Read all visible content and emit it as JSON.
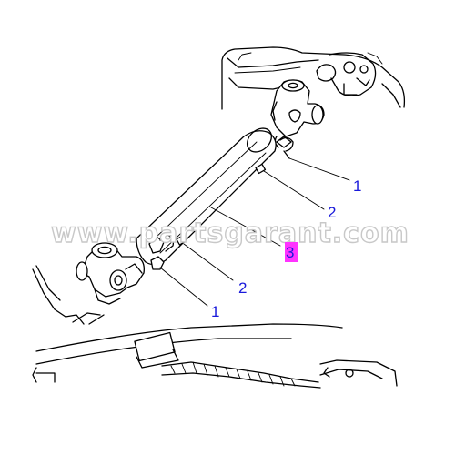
{
  "callouts": [
    {
      "id": "c1_upper",
      "text": "1"
    },
    {
      "id": "c2_upper",
      "text": "2"
    },
    {
      "id": "c3",
      "text": "3",
      "highlight": "#ff33ff"
    },
    {
      "id": "c2_lower",
      "text": "2"
    },
    {
      "id": "c1_lower",
      "text": "1"
    }
  ],
  "watermark": "www.partsgarant.com",
  "colors": {
    "callout_text": "#1a1adb",
    "highlight": "#ff33ff",
    "line": "#000000",
    "background": "#ffffff"
  }
}
